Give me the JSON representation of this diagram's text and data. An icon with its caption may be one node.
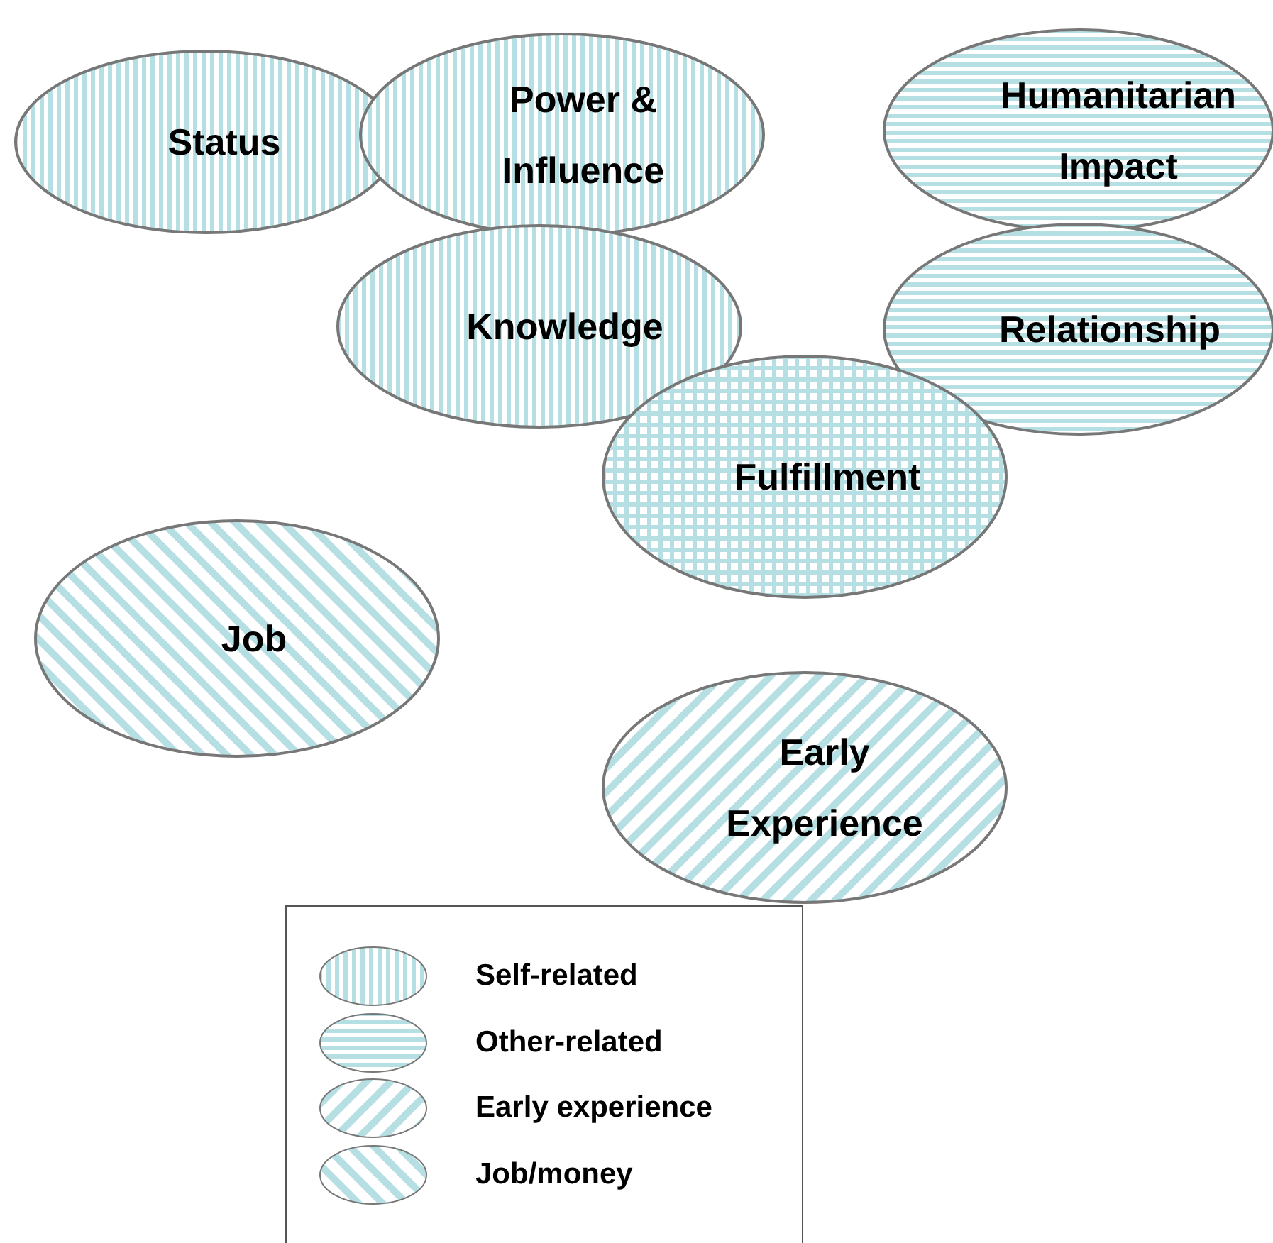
{
  "diagram": {
    "nodes": [
      {
        "text": [
          "Status"
        ]
      },
      {
        "text": [
          "Power & Influence"
        ]
      },
      {
        "text": [
          "Humanitarian Impact"
        ]
      },
      {
        "text": [
          "Knowledge"
        ]
      },
      {
        "text": [
          "Relationship"
        ]
      },
      {
        "text": [
          "Fulfillment"
        ]
      },
      {
        "text": [
          "Job"
        ]
      },
      {
        "text": [
          "Early Experience"
        ]
      }
    ],
    "legend": [
      {
        "text": "Self-related"
      },
      {
        "text": "Other-related"
      },
      {
        "text": "Early experience"
      },
      {
        "text": "Job/money"
      }
    ]
  }
}
